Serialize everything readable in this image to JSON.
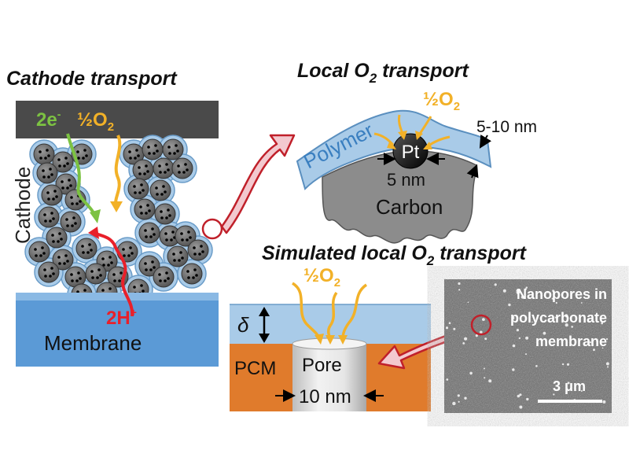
{
  "colors": {
    "electrode": "#4a4a4a",
    "ionomer": "#a9cbe8",
    "ionomer_edge": "#6a9cc8",
    "membrane": "#5b9ad6",
    "membrane_light": "#8ab9e4",
    "pcm": "#e07b2c",
    "oxygen": "#f2b128",
    "electron": "#7cc242",
    "proton": "#e8202a",
    "callout": "#c0202a",
    "carbon": "#8c8c8c",
    "pt": "#0b0b0b"
  },
  "panels": {
    "cathode": {
      "title": "Cathode transport",
      "electron_label": "2e",
      "electron_sup": "-",
      "oxygen_label": "½O",
      "oxygen_sub": "2",
      "side_label": "Cathode",
      "proton_label": "2H",
      "proton_sup": "+",
      "membrane_label": "Membrane"
    },
    "local": {
      "title_main": "Local O",
      "title_sub": "2",
      "title_tail": " transport",
      "oxygen_label": "½O",
      "oxygen_sub": "2",
      "polymer_label": "Polymer",
      "pt_label": "Pt",
      "thickness_label": "5-10 nm",
      "size_label": "5 nm",
      "carbon_label": "Carbon"
    },
    "simulated": {
      "title_main": "Simulated local O",
      "title_sub": "2",
      "title_tail": " transport",
      "oxygen_label": "½O",
      "oxygen_sub": "2",
      "delta_label": "δ",
      "pcm_label": "PCM",
      "pore_label": "Pore",
      "pore_size_label": "10 nm"
    },
    "sem": {
      "caption_line1": "Nanopores in",
      "caption_line2": "polycarbonate",
      "caption_line3": "membrane",
      "scale_label": "3 μm"
    }
  }
}
